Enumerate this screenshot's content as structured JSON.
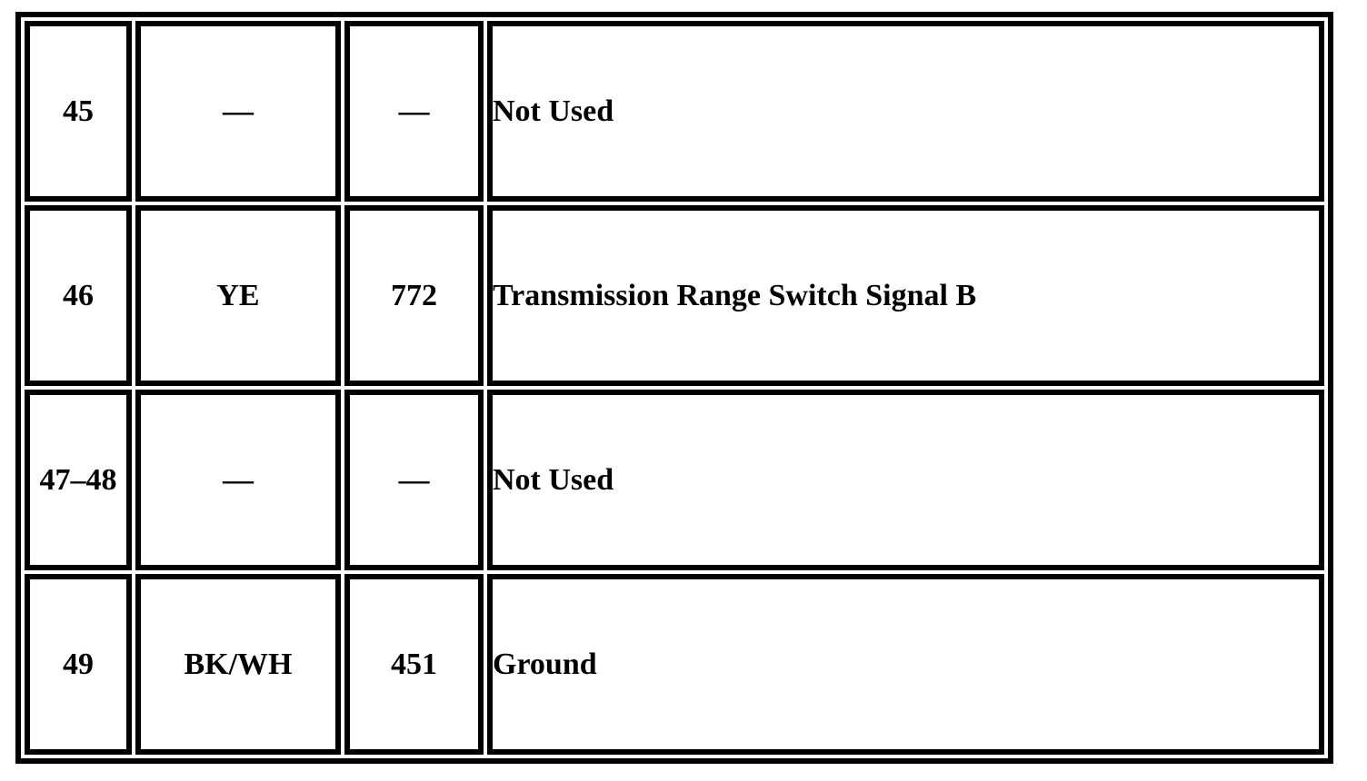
{
  "colors": {
    "border": "#000000",
    "background": "#ffffff",
    "text": "#000000"
  },
  "table": {
    "kind": "connector-pinout",
    "rows": [
      {
        "pin": "45",
        "color": "—",
        "circuit": "—",
        "function": "Not Used"
      },
      {
        "pin": "46",
        "color": "YE",
        "circuit": "772",
        "function": "Transmission Range Switch Signal B"
      },
      {
        "pin": "47–48",
        "color": "—",
        "circuit": "—",
        "function": "Not Used"
      },
      {
        "pin": "49",
        "color": "BK/WH",
        "circuit": "451",
        "function": "Ground"
      }
    ]
  }
}
